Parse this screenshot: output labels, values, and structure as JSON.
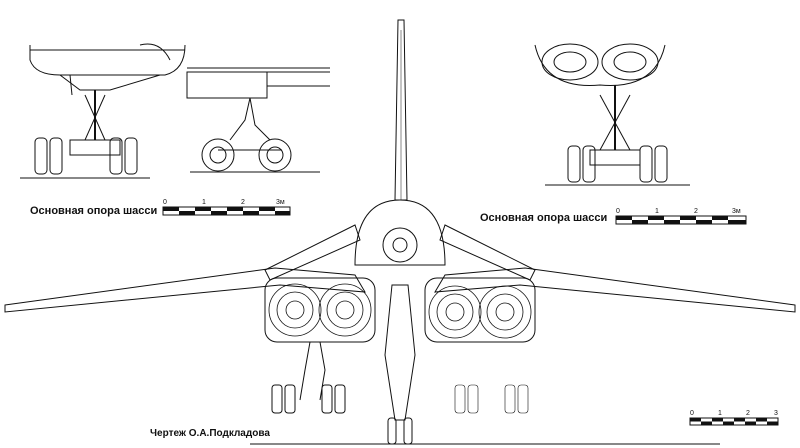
{
  "captions": {
    "left_gear": "Основная опора шасси",
    "right_gear": "Основная опора шасси",
    "author": "Чертеж О.А.Подкладова"
  },
  "scales": {
    "left": [
      "0",
      "1",
      "2",
      "3м"
    ],
    "right": [
      "0",
      "1",
      "2",
      "3м"
    ],
    "bottom": [
      "0",
      "1",
      "2",
      "3"
    ]
  }
}
